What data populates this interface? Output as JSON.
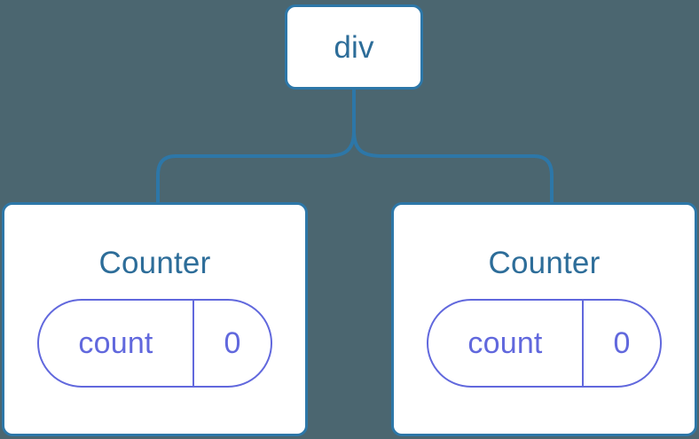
{
  "diagram": {
    "type": "component-tree",
    "background_color": "#4b6670",
    "node_border_color": "#2d77a8",
    "node_text_color": "#2d6d99",
    "edge_color": "#2d77a8",
    "state_color": "#6168dd",
    "root": {
      "label": "div"
    },
    "children": [
      {
        "label": "Counter",
        "state": {
          "key": "count",
          "value": "0"
        }
      },
      {
        "label": "Counter",
        "state": {
          "key": "count",
          "value": "0"
        }
      }
    ]
  }
}
